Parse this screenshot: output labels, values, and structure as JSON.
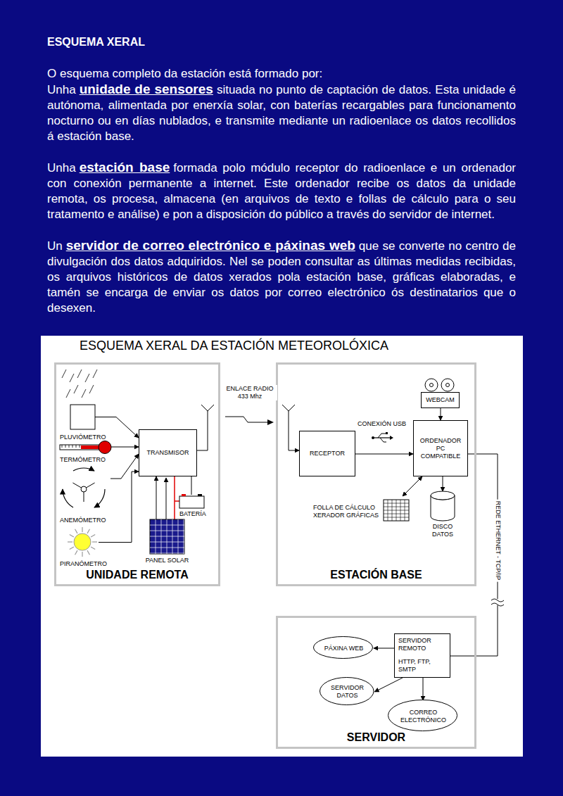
{
  "diagram": {
    "title": "ESQUEMA XERAL",
    "nodes": [
      {
        "text": [
          "ESQUEMA XERAL DA ESTACIÓN METEOROLÓXICA"
        ]
      },
      {
        "text": [
          "UNIDADE REMOTA"
        ],
        "in": 0
      },
      {
        "text": [
          "PLUVIÓMETRO"
        ],
        "in": 1
      },
      {
        "text": [
          "TERMÓMETRO"
        ],
        "in": 1
      },
      {
        "text": [
          "ANEMÓMETRO"
        ],
        "in": 1
      },
      {
        "text": [
          "PIRANÓMETRO"
        ],
        "in": 1
      },
      {
        "text": [
          "TRANSMISOR"
        ],
        "in": 1
      },
      {
        "text": [
          "BATERÍA"
        ],
        "in": 1
      },
      {
        "text": [
          "PANEL SOLAR"
        ],
        "in": 1
      },
      {
        "text": [
          "ESTACIÓN BASE"
        ],
        "in": 0
      },
      {
        "text": [
          "RECEPTOR"
        ],
        "in": 9
      },
      {
        "text": [
          "WEBCAM"
        ],
        "in": 9
      },
      {
        "text": [
          "ORDENADOR PC COMPATIBLE"
        ],
        "in": 9
      },
      {
        "text": [
          "FOLLA DE CÁLCULO XERADOR GRÁFICAS"
        ],
        "in": 9
      },
      {
        "text": [
          "DISCO DATOS"
        ],
        "in": 9
      },
      {
        "text": [
          "SERVIDOR"
        ],
        "in": 0
      },
      {
        "text": [
          "SERVIDOR REMOTO",
          "HTTP, FTP, SMTP"
        ],
        "in": 15
      },
      {
        "text": [
          "PÁXINA WEB"
        ],
        "in": 15
      },
      {
        "text": [
          "SERVIDOR DATOS"
        ],
        "in": 15
      },
      {
        "text": [
          "CORREO ELECTRÓNICO"
        ],
        "in": 15
      }
    ],
    "edges": [
      {
        "from": 2,
        "to": 6,
        "arrow": "to"
      },
      {
        "from": 3,
        "to": 6,
        "arrow": "to"
      },
      {
        "from": 4,
        "to": 6,
        "arrow": "to"
      },
      {
        "from": 5,
        "to": 6,
        "arrow": "to"
      },
      {
        "from": 8,
        "to": 6,
        "arrow": "to"
      },
      {
        "from": 7,
        "to": 6,
        "arrow": "none"
      },
      {
        "from": 6,
        "to": 10,
        "label": "ENLACE RADIO 433 Mhz",
        "arrow": "to"
      },
      {
        "from": 10,
        "to": 12,
        "label": "CONEXIÓN USB",
        "arrow": "to"
      },
      {
        "from": 11,
        "to": 12,
        "arrow": "to"
      },
      {
        "from": 12,
        "to": 13,
        "arrow": "both"
      },
      {
        "from": 12,
        "to": 14,
        "arrow": "to"
      },
      {
        "from": 12,
        "to": 16,
        "label": "REDE ETHERNET - TCP/IP",
        "arrow": "none"
      },
      {
        "from": 16,
        "to": 17,
        "arrow": "to"
      },
      {
        "from": 16,
        "to": 18,
        "arrow": "to"
      },
      {
        "from": 16,
        "to": 19,
        "arrow": "to"
      }
    ],
    "labels": [
      "O esquema completo da estación está formado por:",
      "Unha",
      "unidade de sensores",
      "situada no punto de captación de datos. Esta unidade é autónoma, alimentada por enerxía solar, con baterías recargables para funcionamento nocturno ou en días nublados, e transmite mediante un radioenlace os datos recollidos á estación base.",
      "Unha",
      "estación base",
      "formada polo módulo receptor do radioenlace e un ordenador con conexión permanente a internet. Este ordenador recibe os datos da unidade remota, os procesa, almacena (en arquivos de texto e follas de cálculo para o seu tratamento e análise) e pon a disposición do público a través do servidor de internet.",
      "Un",
      "servidor de correo electrónico e páxinas web",
      "que se converte no centro de divulgación dos datos adquiridos. Nel se poden consultar as últimas medidas recibidas, os arquivos históricos de datos xerados pola estación base, gráficas elaboradas, e tamén se encarga de enviar os datos por correo electrónico ós destinatarios que o desexen."
    ]
  }
}
